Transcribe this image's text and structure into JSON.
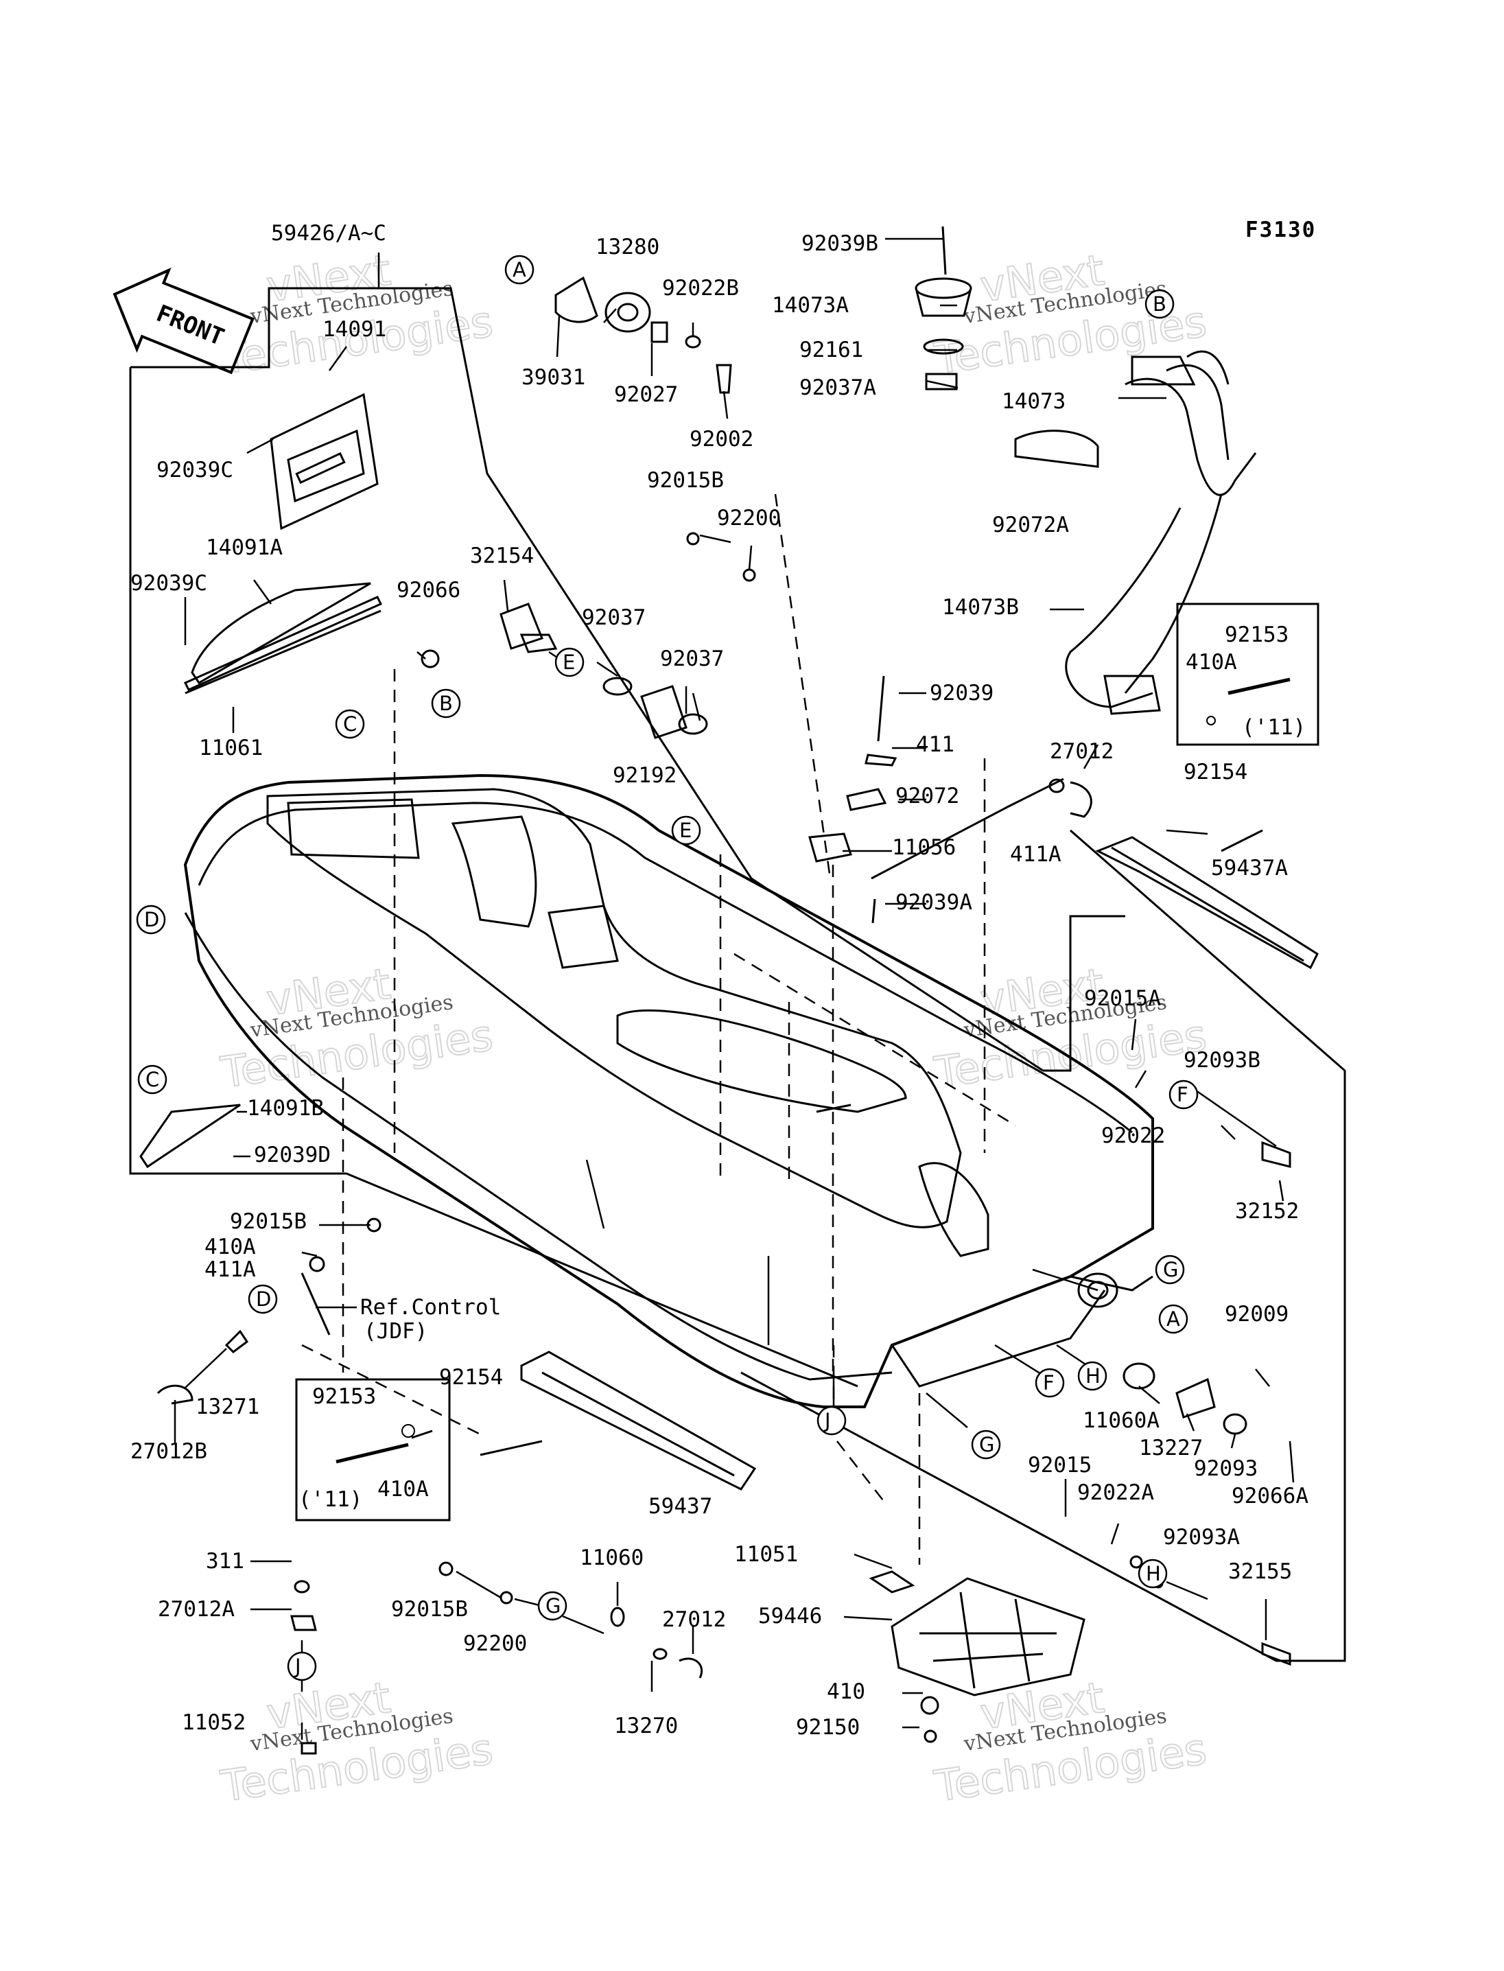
{
  "figure_code": "F3130",
  "front_label": "FRONT",
  "watermark": {
    "brand": "vNext",
    "line1": "vNext Technologies",
    "line2": "Technologies"
  },
  "ref_control": {
    "line1": "Ref.Control",
    "line2": "(JDF)"
  },
  "variant_boxes": [
    {
      "parts": [
        "92153",
        "410A"
      ],
      "year": "('11)"
    },
    {
      "parts": [
        "92153",
        "410A"
      ],
      "year": "('11)"
    }
  ],
  "callouts": [
    "A",
    "B",
    "C",
    "D",
    "E",
    "F",
    "G",
    "H",
    "J"
  ],
  "part_numbers": [
    "59426/A~C",
    "14091",
    "92039C",
    "14091A",
    "92039C",
    "11061",
    "92066",
    "13280",
    "92022B",
    "39031",
    "92027",
    "92002",
    "92015B",
    "92200",
    "32154",
    "92037",
    "92037",
    "92192",
    "92039B",
    "14073A",
    "92161",
    "92037A",
    "14073",
    "92072A",
    "14073B",
    "92039",
    "411",
    "92072",
    "11056",
    "92039A",
    "27012",
    "411A",
    "92153",
    "410A",
    "92154",
    "59437A",
    "92015A",
    "92093B",
    "92022",
    "32152",
    "14091B",
    "92039D",
    "92015B",
    "410A",
    "411A",
    "13271",
    "27012B",
    "92154",
    "92153",
    "410A",
    "59437",
    "92009",
    "11060A",
    "13227",
    "92093",
    "92066A",
    "92015",
    "92022A",
    "92093A",
    "32155",
    "311",
    "27012A",
    "11052",
    "92015B",
    "92200",
    "11060",
    "27012",
    "13270",
    "11051",
    "59446",
    "410",
    "92150"
  ]
}
